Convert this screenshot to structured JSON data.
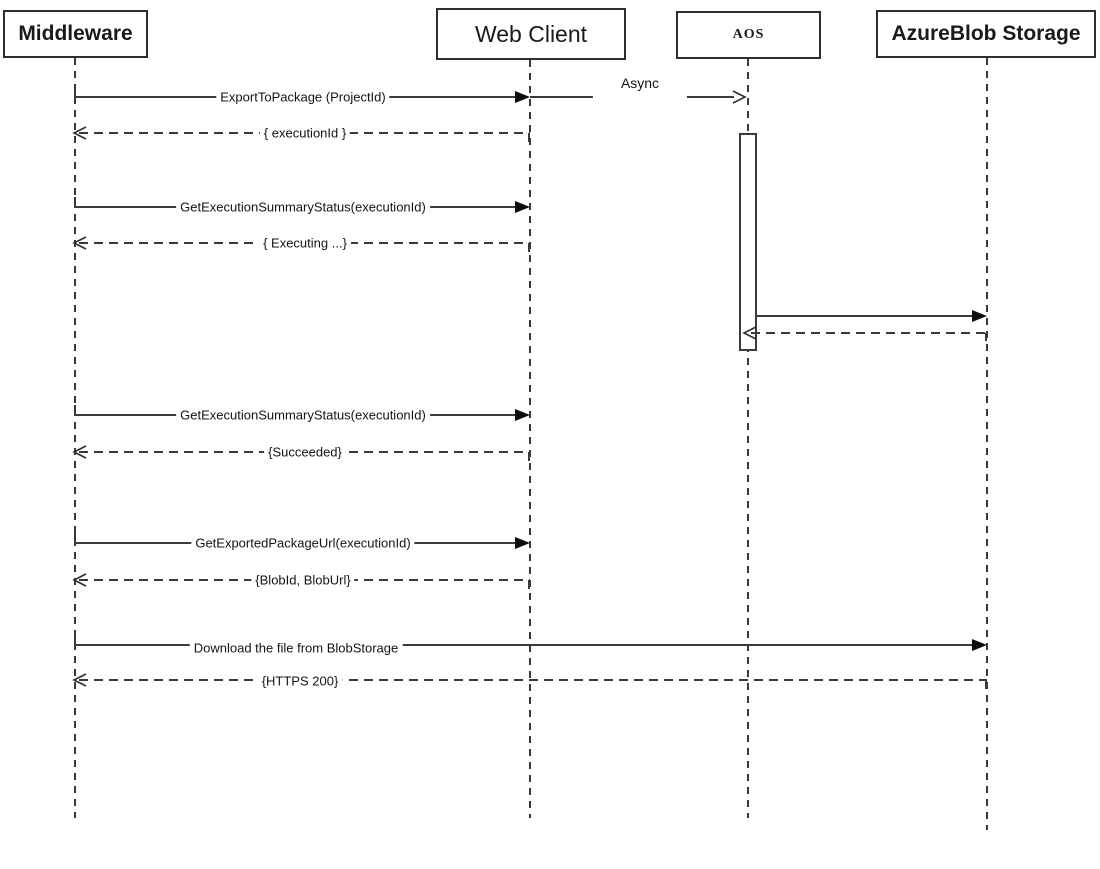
{
  "diagram": {
    "type": "uml-sequence",
    "colors": {
      "line": "#3a3a3a",
      "text": "#141414",
      "background": "#ffffff"
    },
    "actors": [
      {
        "label": "Middleware"
      },
      {
        "label": "Web Client"
      },
      {
        "label": "AOS"
      },
      {
        "label": "AzureBlob Storage"
      }
    ],
    "messages": [
      {
        "from": "Middleware",
        "to": "Web Client",
        "style": "solid-sync",
        "label": "ExportToPackage (ProjectId)"
      },
      {
        "from": "Web Client",
        "to": "AOS",
        "style": "solid-async",
        "label": "Async"
      },
      {
        "from": "Web Client",
        "to": "Middleware",
        "style": "dashed-return",
        "label": "{ executionId }"
      },
      {
        "from": "Middleware",
        "to": "Web Client",
        "style": "solid-sync",
        "label": "GetExecutionSummaryStatus(executionId)"
      },
      {
        "from": "Web Client",
        "to": "Middleware",
        "style": "dashed-return",
        "label": "{ Executing ...}"
      },
      {
        "from": "AOS",
        "to": "AzureBlob Storage",
        "style": "solid-sync",
        "label": ""
      },
      {
        "from": "AzureBlob Storage",
        "to": "AOS",
        "style": "dashed-return",
        "label": ""
      },
      {
        "from": "Middleware",
        "to": "Web Client",
        "style": "solid-sync",
        "label": "GetExecutionSummaryStatus(executionId)"
      },
      {
        "from": "Web Client",
        "to": "Middleware",
        "style": "dashed-return",
        "label": "{Succeeded}"
      },
      {
        "from": "Middleware",
        "to": "Web Client",
        "style": "solid-sync",
        "label": "GetExportedPackageUrl(executionId)"
      },
      {
        "from": "Web Client",
        "to": "Middleware",
        "style": "dashed-return",
        "label": "{BlobId, BlobUrl}"
      },
      {
        "from": "Middleware",
        "to": "AzureBlob Storage",
        "style": "solid-sync",
        "label": "Download the file from BlobStorage"
      },
      {
        "from": "AzureBlob Storage",
        "to": "Middleware",
        "style": "dashed-return",
        "label": "{HTTPS 200}"
      }
    ]
  }
}
